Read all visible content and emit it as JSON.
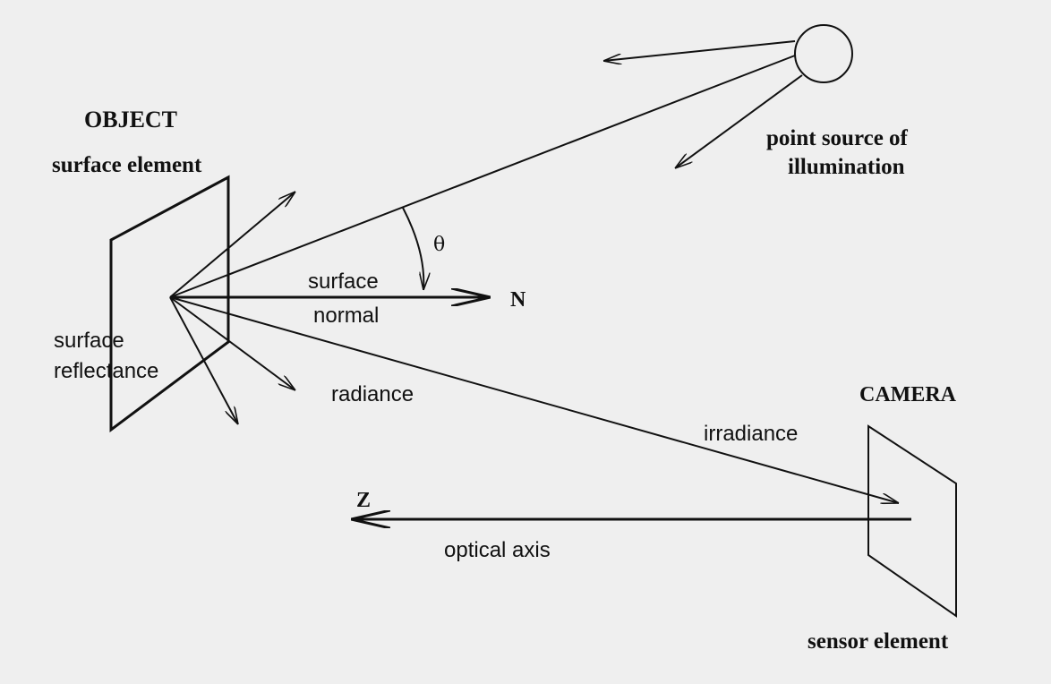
{
  "labels": {
    "object": "OBJECT",
    "surface_element": "surface element",
    "point_source_line1": "point source of",
    "point_source_line2": "illumination",
    "theta": "θ",
    "surface_normal_line1": "surface",
    "surface_normal_line2": "normal",
    "n": "N",
    "surface_reflectance_line1": "surface",
    "surface_reflectance_line2": "reflectance",
    "radiance": "radiance",
    "camera": "CAMERA",
    "irradiance": "irradiance",
    "z": "Z",
    "optical_axis": "optical axis",
    "sensor_element": "sensor element"
  },
  "colors": {
    "background": "#efefef",
    "ink": "#111111"
  }
}
